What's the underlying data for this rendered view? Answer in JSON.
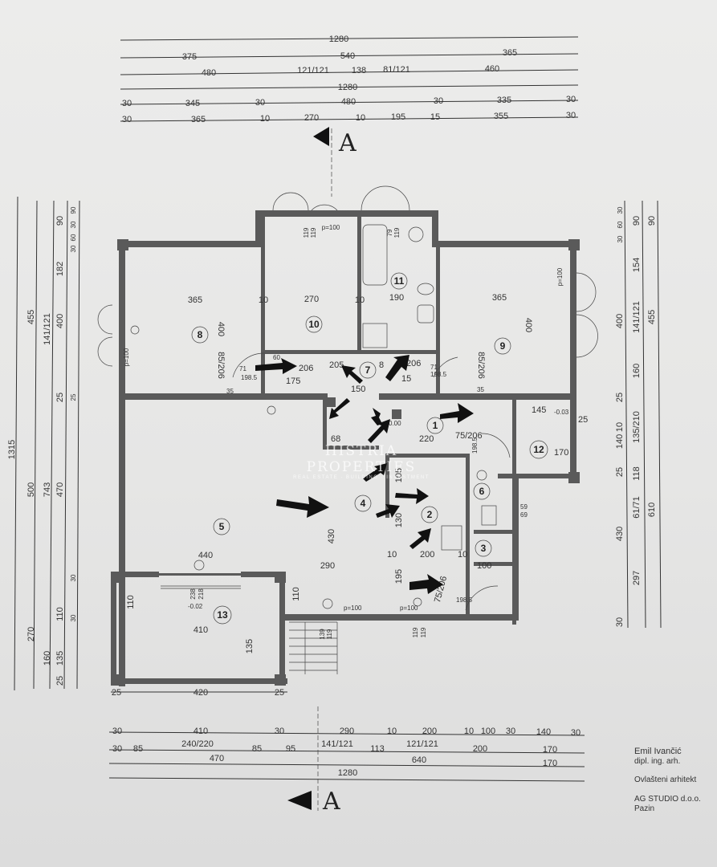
{
  "section_marker": "A",
  "top_dimensions": {
    "row1": [
      "1280"
    ],
    "row2": [
      "375",
      "540",
      "365"
    ],
    "row3": [
      "480",
      "121/121",
      "138",
      "81/121",
      "460"
    ],
    "row4": [
      "1280"
    ],
    "row5": [
      "30",
      "345",
      "30",
      "480",
      "30",
      "335",
      "30"
    ],
    "row6": [
      "30",
      "365",
      "10",
      "270",
      "10",
      "195",
      "15",
      "355",
      "30"
    ]
  },
  "bottom_dimensions": {
    "row1": [
      "30",
      "410",
      "30",
      "290",
      "10",
      "200",
      "10",
      "100",
      "30",
      "140",
      "30"
    ],
    "row2": [
      "30",
      "85",
      "240/220",
      "85",
      "95",
      "141/121",
      "113",
      "121/121",
      "200",
      "170"
    ],
    "row3": [
      "470",
      "640",
      "170"
    ],
    "row4": [
      "1280"
    ]
  },
  "left_dimensions": {
    "overall": "1315",
    "col2": [
      "455",
      "500",
      "270"
    ],
    "col3": [
      "141/121",
      "743",
      "160"
    ],
    "col4": [
      "90",
      "182",
      "400",
      "25",
      "470",
      "110",
      "135",
      "25"
    ],
    "col5": [
      "90",
      "30",
      "60",
      "30",
      "25",
      "30",
      "30"
    ]
  },
  "right_dimensions": {
    "col1": [
      "30",
      "60",
      "30",
      "400",
      "25",
      "10",
      "140",
      "25",
      "430",
      "30"
    ],
    "col2": [
      "90",
      "154",
      "141/121",
      "160",
      "135/210",
      "118",
      "61/71",
      "297"
    ],
    "col3": [
      "90",
      "455",
      "610"
    ]
  },
  "rooms": [
    "1",
    "2",
    "3",
    "4",
    "5",
    "6",
    "7",
    "8",
    "9",
    "10",
    "11",
    "12",
    "13"
  ],
  "interior_labels": {
    "r8_w": "365",
    "r8_h": "400",
    "r8_door": "85/206",
    "r8_p": "p=100",
    "r10_w": "270",
    "r10_a": "10",
    "r10_b": "10",
    "r11_w": "190",
    "r11_p": "p=100",
    "r9_w": "365",
    "r9_h": "400",
    "r9_door": "85/206",
    "r9_p": "p=100",
    "hall": [
      "60",
      "206",
      "175",
      "205",
      "8",
      "206",
      "15",
      "198.5",
      "198.5",
      "150",
      "71",
      "71",
      "35",
      "35"
    ],
    "entry": [
      "0.00",
      "220",
      "75/206",
      "68",
      "145",
      "-0.03",
      "25",
      "170",
      "198.5"
    ],
    "r5": [
      "440",
      "430",
      "290",
      "110",
      "p=100",
      "10",
      "195",
      "130",
      "105"
    ],
    "r2": [
      "200",
      "10",
      "100",
      "75/206",
      "198.5",
      "p=100",
      "59",
      "69"
    ],
    "r13": [
      "410",
      "110",
      "135",
      "238",
      "218",
      "-0.02",
      "420",
      "25",
      "25"
    ],
    "stairs": [
      "139",
      "119",
      "119",
      "119"
    ],
    "top_small": [
      "119",
      "119",
      "p=100",
      "79",
      "119"
    ]
  },
  "credits": {
    "name": "Emil Ivančić",
    "title": "dipl. ing. arh.",
    "role": "Ovlašteni arhitekt",
    "studio": "AG STUDIO d.o.o.",
    "city": "Pazin"
  },
  "watermark": {
    "brand": "HISTRIA PROPERTIES",
    "tagline": "REAL ESTATE · BUILDING · INVESTMENT"
  }
}
